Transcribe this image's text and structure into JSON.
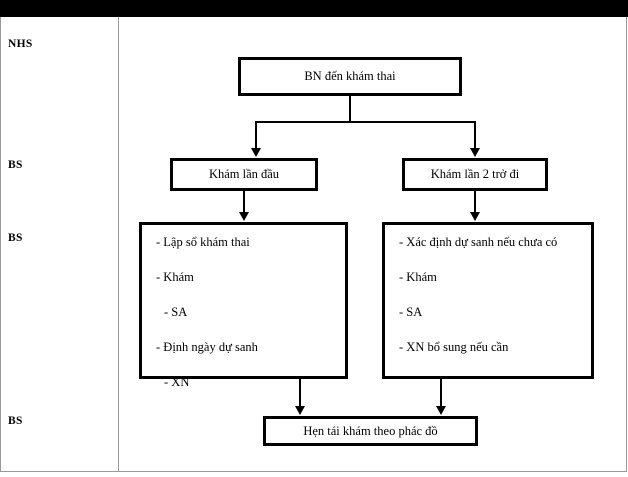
{
  "page": {
    "title": "BN đến khám thai - Quy trình khám thai",
    "background_color": "#ffffff",
    "line_color": "#000000",
    "divider_color": "#9a9a9a"
  },
  "roles": [
    {
      "id": "nhs",
      "label": "NHS"
    },
    {
      "id": "bs-1",
      "label": "BS"
    },
    {
      "id": "bs-2",
      "label": "BS"
    },
    {
      "id": "bs-3",
      "label": "BS"
    }
  ],
  "flowchart": {
    "type": "flowchart",
    "start": {
      "id": "start",
      "label": "BN đến khám thai"
    },
    "branches": [
      {
        "id": "branch-first-visit",
        "label": "Khám lần đầu"
      },
      {
        "id": "branch-followup-visit",
        "label": "Khám lần 2 trở đi"
      }
    ],
    "task_lists": [
      {
        "id": "tasks-first-visit",
        "items": [
          "- Lập sổ khám thai",
          "- Khám",
          "- SA",
          "- Định ngày dự sanh",
          "- XN"
        ],
        "indented": [
          false,
          false,
          true,
          false,
          true
        ]
      },
      {
        "id": "tasks-followup-visit",
        "items": [
          "- Xác định dự sanh nếu chưa có",
          "- Khám",
          "- SA",
          "- XN bổ sung nếu cần"
        ],
        "indented": [
          false,
          false,
          false,
          false
        ]
      }
    ],
    "end": {
      "id": "end",
      "label": "Hẹn tái khám theo phác đồ"
    }
  }
}
